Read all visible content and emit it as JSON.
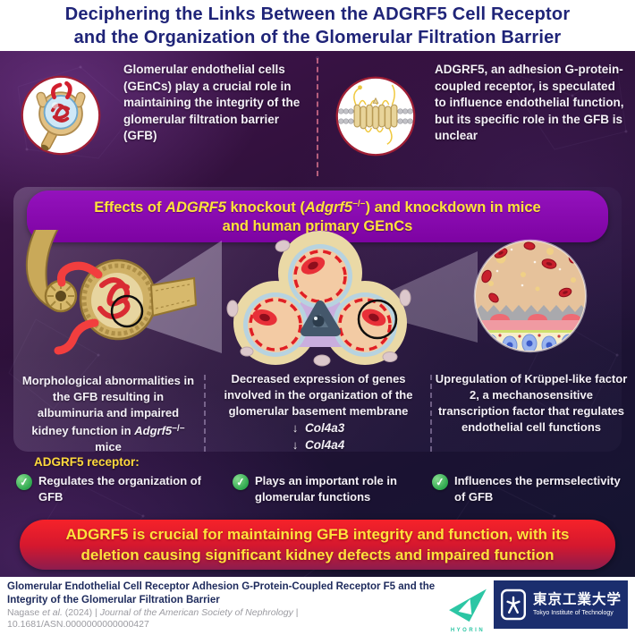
{
  "header": {
    "title_line1": "Deciphering the Links Between the ADGRF5 Cell Receptor",
    "title_line2": "and the Organization of the Glomerular Filtration Barrier"
  },
  "intro": {
    "left": {
      "icon": "glomerulus-magnifier-illustration",
      "text": "Glomerular endothelial cells (GEnCs) play a crucial role in maintaining the integrity of the glomerular filtration barrier (GFB)"
    },
    "right": {
      "icon": "gpcr-receptor-membrane-illustration",
      "text": "ADGRF5, an adhesion G-protein-coupled receptor, is speculated to influence endothelial function, but its specific role in the GFB is unclear"
    }
  },
  "effects_banner": {
    "seg1": "Effects of ",
    "gene1": "ADGRF5",
    "seg2": " knockout (",
    "gene2": "Adgrf5",
    "sup": "−/−",
    "seg3": ") and knockdown in mice",
    "line2": "and human primary GEnCs"
  },
  "findings": [
    {
      "illustration": "nephron-glomerulus-with-highlight-circle",
      "caption_seg1": "Morphological abnormalities in the GFB resulting in albuminuria and impaired kidney function in ",
      "caption_gene": "Adgrf5",
      "caption_sup": "−/−",
      "caption_seg2": " mice"
    },
    {
      "illustration": "glomerular-capillary-cross-section-with-highlight-circle",
      "caption": "Decreased expression of genes involved in the organization of the glomerular basement membrane",
      "genes": [
        {
          "arrow": "↓",
          "name": "Col4a3"
        },
        {
          "arrow": "↓",
          "name": "Col4a4"
        }
      ]
    },
    {
      "illustration": "filtration-barrier-zoom-circle",
      "caption": "Upregulation of Krüppel-like factor 2, a mechanosensitive transcription factor that regulates endothelial cell functions"
    }
  ],
  "receptor_summary": {
    "heading": "ADGRF5 receptor:",
    "check_glyph": "✓",
    "items": [
      {
        "text": "Regulates the organization of GFB"
      },
      {
        "text": "Plays an important role in glomerular functions"
      },
      {
        "text": "Influences the permselectivity of GFB"
      }
    ]
  },
  "conclusion_banner": {
    "text": "ADGRF5 is crucial for maintaining GFB integrity and function, with its deletion causing significant kidney defects and impaired function"
  },
  "footer": {
    "paper_title": "Glomerular Endothelial Cell Receptor Adhesion G-Protein-Coupled Receptor F5 and the Integrity of the Glomerular Filtration Barrier",
    "citation": {
      "seg1": "Nagase ",
      "etal": "et al.",
      "seg2": " (2024) | ",
      "journal": "Journal of the American Society of Nephrology",
      "seg3": " | 10.1681/ASN.0000000000000427"
    },
    "logos": {
      "hyorin_label": "HYORIN",
      "tokyotech_jp": "東京工業大学",
      "tokyotech_en": "Tokyo Institute of Technology"
    }
  },
  "colors": {
    "title_navy": "#1f2478",
    "accent_purple": "#8b07b0",
    "accent_yellow": "#ffe23c",
    "conclusion_red": "#e11c2c",
    "check_green": "#2fa84f",
    "tokyo_tech_navy": "#1b2e6e",
    "hyorin_green": "#2cc6a4"
  }
}
